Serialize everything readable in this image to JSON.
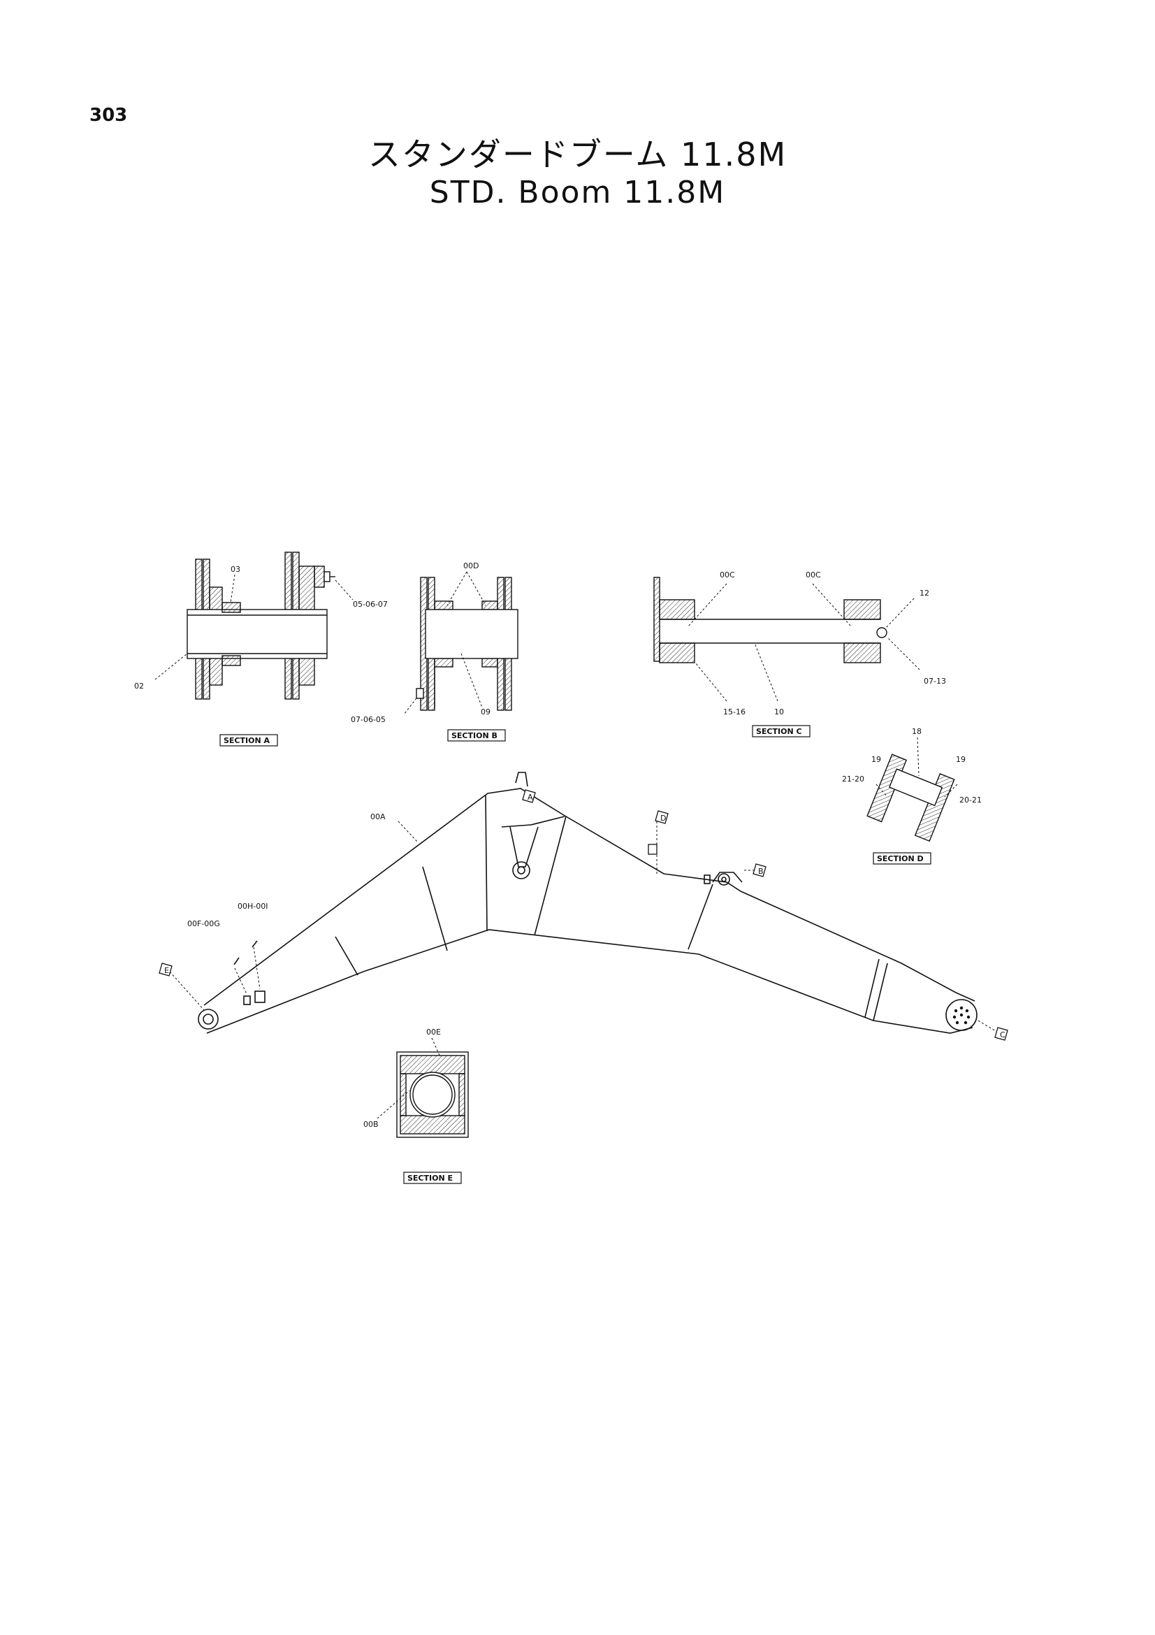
{
  "page": {
    "number": "303",
    "title_jp": "スタンダードブーム 11.8M",
    "title_en": "STD. Boom 11.8M"
  },
  "sections": {
    "a": "SECTION A",
    "b": "SECTION B",
    "c": "SECTION C",
    "d": "SECTION D",
    "e": "SECTION E"
  },
  "callouts": {
    "p03": "03",
    "p05_06_07": "05-06-07",
    "p02": "02",
    "p00D": "00D",
    "p07_06_05": "07-06-05",
    "p09": "09",
    "p00C_left": "00C",
    "p00C_right": "00C",
    "p12": "12",
    "p07_13": "07-13",
    "p15_16": "15-16",
    "p10": "10",
    "p18": "18",
    "p19_left": "19",
    "p19_right": "19",
    "p21_20": "21-20",
    "p20_21": "20-21",
    "p00A": "00A",
    "p00H_00I": "00H-00I",
    "p00F_00G": "00F-00G",
    "p00E": "00E",
    "p00B": "00B"
  },
  "markers": {
    "a": "A",
    "b": "B",
    "c": "C",
    "d": "D",
    "e": "E"
  }
}
